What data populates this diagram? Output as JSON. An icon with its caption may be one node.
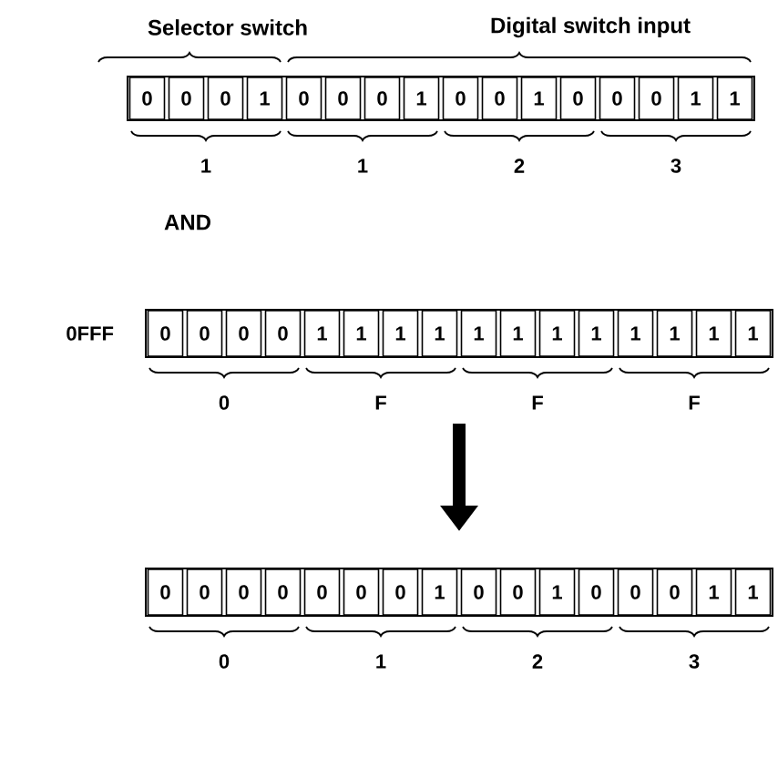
{
  "diagram": {
    "nodes": [
      {
        "text": [],
        "shape": "box"
      },
      {
        "text": [
          "0"
        ],
        "in": 0
      },
      {
        "text": [
          "0"
        ],
        "in": 0
      },
      {
        "text": [
          "0"
        ],
        "in": 0
      },
      {
        "text": [
          "1"
        ],
        "in": 0
      },
      {
        "text": [
          "0"
        ],
        "in": 0
      },
      {
        "text": [
          "0"
        ],
        "in": 0
      },
      {
        "text": [
          "0"
        ],
        "in": 0
      },
      {
        "text": [
          "1"
        ],
        "in": 0
      },
      {
        "text": [
          "0"
        ],
        "in": 0
      },
      {
        "text": [
          "0"
        ],
        "in": 0
      },
      {
        "text": [
          "1"
        ],
        "in": 0
      },
      {
        "text": [
          "0"
        ],
        "in": 0
      },
      {
        "text": [
          "0"
        ],
        "in": 0
      },
      {
        "text": [
          "0"
        ],
        "in": 0
      },
      {
        "text": [
          "1"
        ],
        "in": 0
      },
      {
        "text": [
          "1"
        ],
        "in": 0
      },
      {
        "text": [],
        "shape": "box",
        "beside": [
          "0FFF"
        ]
      },
      {
        "text": [
          "0"
        ],
        "in": 17
      },
      {
        "text": [
          "0"
        ],
        "in": 17
      },
      {
        "text": [
          "0"
        ],
        "in": 17
      },
      {
        "text": [
          "0"
        ],
        "in": 17
      },
      {
        "text": [
          "1"
        ],
        "in": 17
      },
      {
        "text": [
          "1"
        ],
        "in": 17
      },
      {
        "text": [
          "1"
        ],
        "in": 17
      },
      {
        "text": [
          "1"
        ],
        "in": 17
      },
      {
        "text": [
          "1"
        ],
        "in": 17
      },
      {
        "text": [
          "1"
        ],
        "in": 17
      },
      {
        "text": [
          "1"
        ],
        "in": 17
      },
      {
        "text": [
          "1"
        ],
        "in": 17
      },
      {
        "text": [
          "1"
        ],
        "in": 17
      },
      {
        "text": [
          "1"
        ],
        "in": 17
      },
      {
        "text": [
          "1"
        ],
        "in": 17
      },
      {
        "text": [
          "1"
        ],
        "in": 17
      },
      {
        "text": [],
        "shape": "box"
      },
      {
        "text": [
          "0"
        ],
        "in": 34
      },
      {
        "text": [
          "0"
        ],
        "in": 34
      },
      {
        "text": [
          "0"
        ],
        "in": 34
      },
      {
        "text": [
          "0"
        ],
        "in": 34
      },
      {
        "text": [
          "0"
        ],
        "in": 34
      },
      {
        "text": [
          "0"
        ],
        "in": 34
      },
      {
        "text": [
          "0"
        ],
        "in": 34
      },
      {
        "text": [
          "1"
        ],
        "in": 34
      },
      {
        "text": [
          "0"
        ],
        "in": 34
      },
      {
        "text": [
          "0"
        ],
        "in": 34
      },
      {
        "text": [
          "1"
        ],
        "in": 34
      },
      {
        "text": [
          "0"
        ],
        "in": 34
      },
      {
        "text": [
          "0"
        ],
        "in": 34
      },
      {
        "text": [
          "0"
        ],
        "in": 34
      },
      {
        "text": [
          "1"
        ],
        "in": 34
      },
      {
        "text": [
          "1"
        ],
        "in": 34
      }
    ],
    "edges": [
      {
        "from": 17,
        "to": 34,
        "arrow": "to"
      }
    ],
    "labels": [
      "Selector switch",
      "Digital switch input",
      "1",
      "1",
      "2",
      "3",
      "AND",
      "0",
      "F",
      "F",
      "F",
      "0",
      "1",
      "2",
      "3"
    ]
  }
}
